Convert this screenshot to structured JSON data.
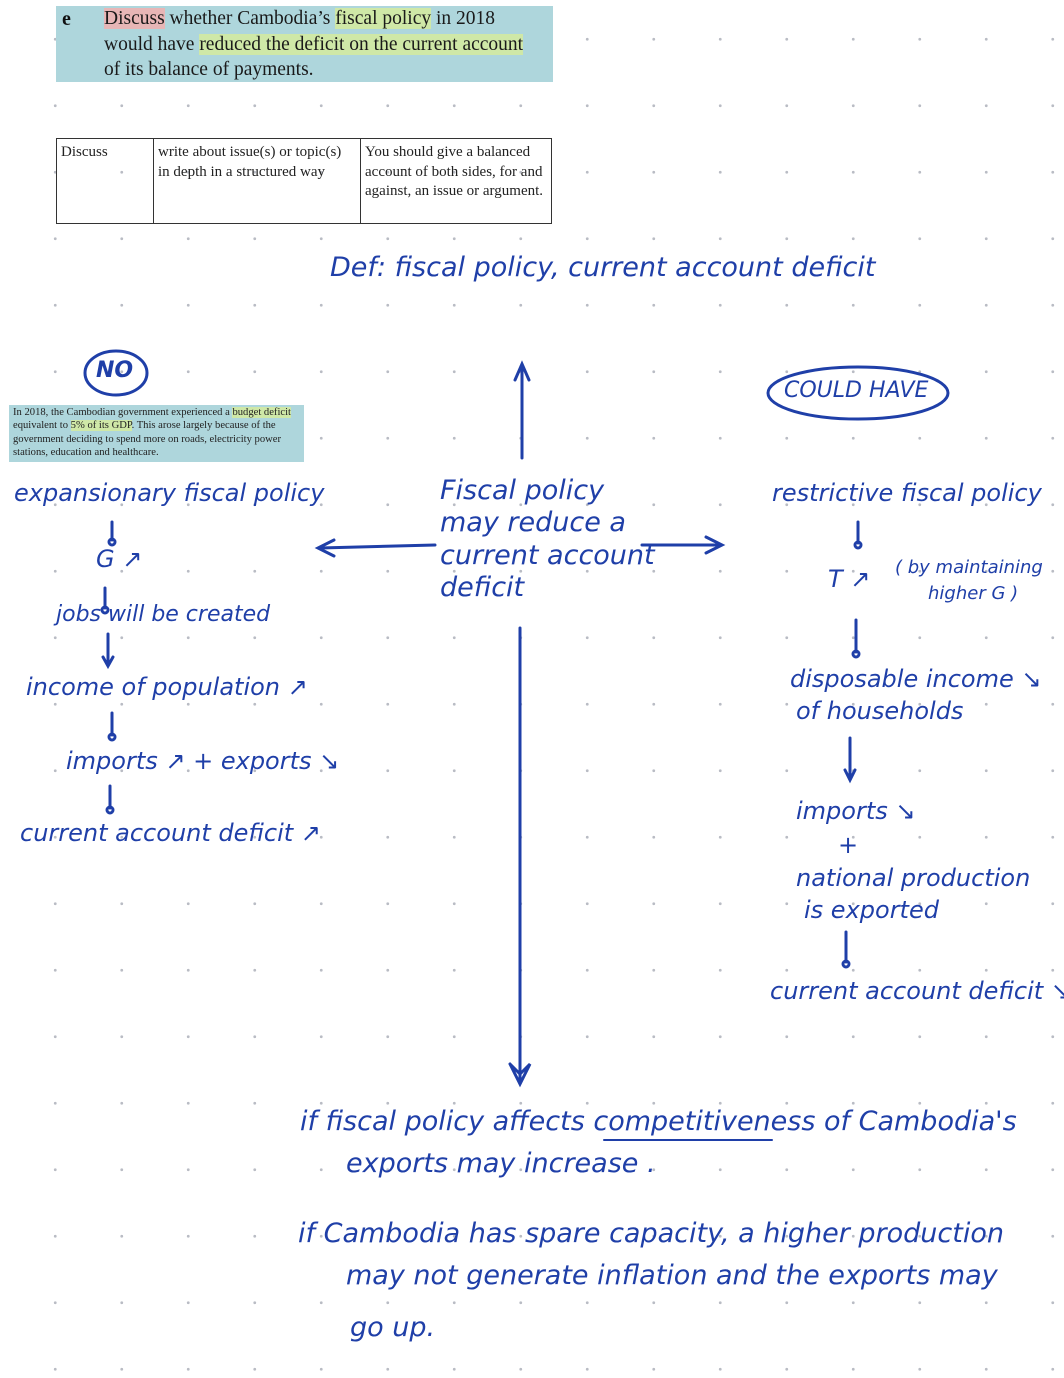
{
  "question": {
    "letter": "e",
    "discuss": "Discuss",
    "part1": " whether Cambodia’s ",
    "fiscal_policy": "fiscal policy",
    "part2": " in 2018 would have ",
    "reduced": "reduced the deficit on the current account",
    "part3": " of its balance of payments."
  },
  "command_table": {
    "word": "Discuss",
    "meaning": "write about issue(s) or topic(s) in depth in a structured way",
    "guidance": "You should give a balanced account of both sides, for and against, an issue or argument."
  },
  "notes": {
    "definitions": "Def: fiscal policy, current account deficit",
    "center": [
      "Fiscal policy",
      "may reduce a",
      "current account",
      "deficit"
    ],
    "no_label": "NO",
    "could_have_label": "COULD HAVE",
    "source": {
      "t1": "In 2018, the Cambodian government experienced a ",
      "h1": "budget deficit",
      "t2": " equivalent to ",
      "h2": "5% of its GDP",
      "t3": ". This arose largely because of the government deciding to spend more on roads, electricity power stations, education and healthcare."
    },
    "left_chain": {
      "l1": "expansionary fiscal policy",
      "l2": "G ↗",
      "l3": "jobs will be created",
      "l4": "income of population ↗",
      "l5": "imports ↗ + exports ↘",
      "l6": "current account deficit ↗"
    },
    "right_chain": {
      "r1": "restrictive fiscal policy",
      "r2": "T ↗",
      "r2_note": "( by maintaining",
      "r2_note2": "higher G )",
      "r3a": "disposable income ↘",
      "r3b": "of households",
      "r4": "imports ↘",
      "r5": "+",
      "r6a": "national production",
      "r6b": "is exported",
      "r7": "current account deficit ↘"
    },
    "bottom": {
      "b1": "if fiscal policy affects ",
      "b1_u": "competitiveness",
      "b1_end": " of Cambodia's",
      "b2": "exports may increase .",
      "b3": "if Cambodia has spare capacity, a higher production",
      "b4": "may not generate inflation and the exports may",
      "b5": "go up."
    }
  },
  "colors": {
    "ink": "#1f3fa8",
    "box": "#aed6dc",
    "highlight_green": "#cfe8a7",
    "highlight_red": "#e7b6b6"
  }
}
